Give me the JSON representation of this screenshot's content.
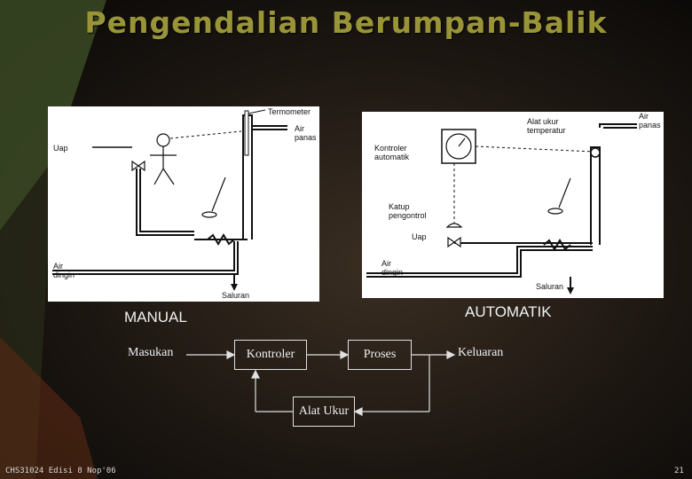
{
  "slide": {
    "title": "Pengendalian Berumpan-Balik",
    "footer_left": "CHS31024 Edisi 8 Nop'06",
    "page_number": "21"
  },
  "manual_panel": {
    "caption": "MANUAL",
    "labels": {
      "termometer": "Termometer",
      "air_panas": "Air\npanas",
      "uap": "Uap",
      "air_dingin": "Air\ndingin",
      "saluran": "Saluran"
    }
  },
  "auto_panel": {
    "caption": "AUTOMATIK",
    "labels": {
      "alat_ukur": "Alat ukur\ntemperatur",
      "air_panas": "Air\npanas",
      "kontroler": "Kontroler\nautomatik",
      "katup": "Katup\npengontrol",
      "uap": "Uap",
      "air_dingin": "Air\ndingin",
      "saluran": "Saluran"
    }
  },
  "block_diagram": {
    "masukan": "Masukan",
    "kontroler": "Kontroler",
    "proses": "Proses",
    "keluaran": "Keluaran",
    "alat_ukur": "Alat Ukur"
  }
}
